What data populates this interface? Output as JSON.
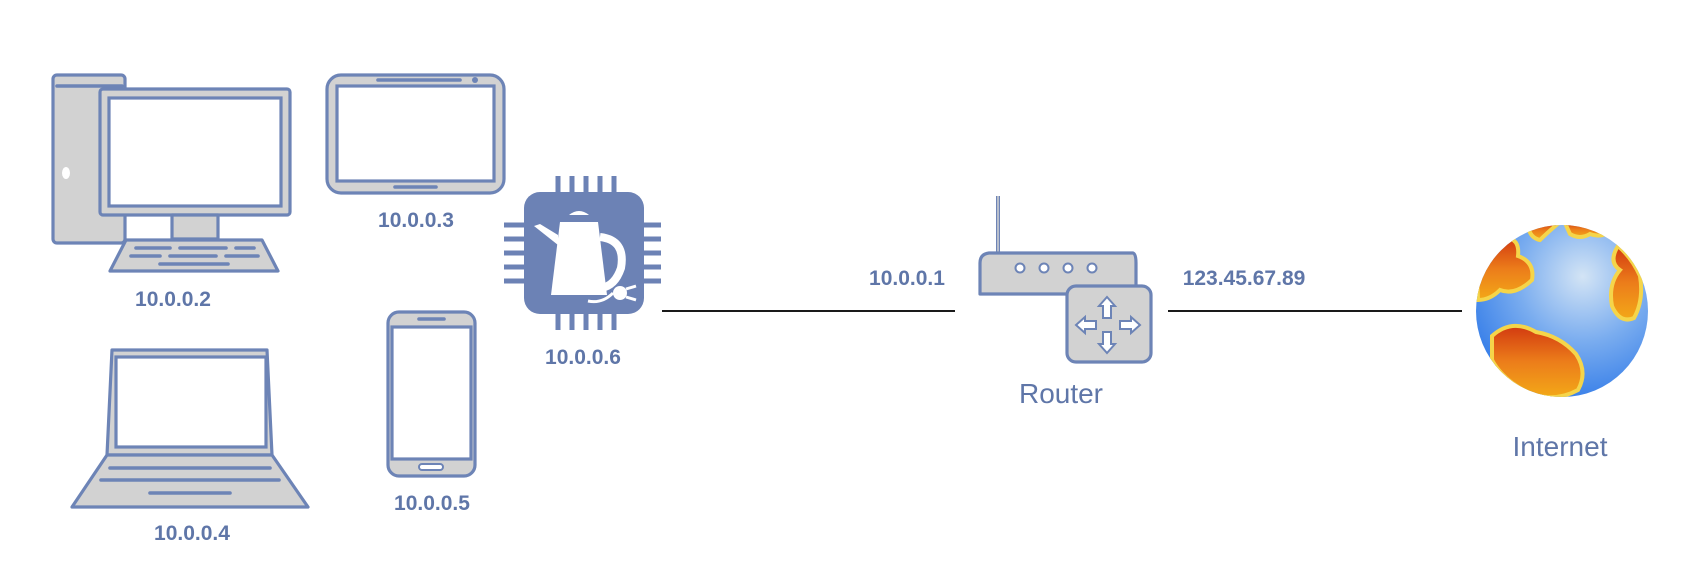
{
  "devices": {
    "desktop": {
      "ip": "10.0.0.2"
    },
    "tablet": {
      "ip": "10.0.0.3"
    },
    "laptop": {
      "ip": "10.0.0.4"
    },
    "phone": {
      "ip": "10.0.0.5"
    },
    "iot_kettle": {
      "ip": "10.0.0.6"
    }
  },
  "router": {
    "label": "Router",
    "lan_ip": "10.0.0.1",
    "wan_ip": "123.45.67.89"
  },
  "internet": {
    "label": "Internet"
  },
  "icons": {
    "desktop": "desktop-computer-icon",
    "tablet": "tablet-icon",
    "laptop": "laptop-icon",
    "phone": "smartphone-icon",
    "iot": "iot-chip-kettle-icon",
    "router": "router-icon",
    "internet": "globe-icon"
  },
  "colors": {
    "icon_stroke": "#6d84b6",
    "icon_fill": "#d2d2d2",
    "label": "#5f76a8",
    "chip": "#6c82b5"
  }
}
